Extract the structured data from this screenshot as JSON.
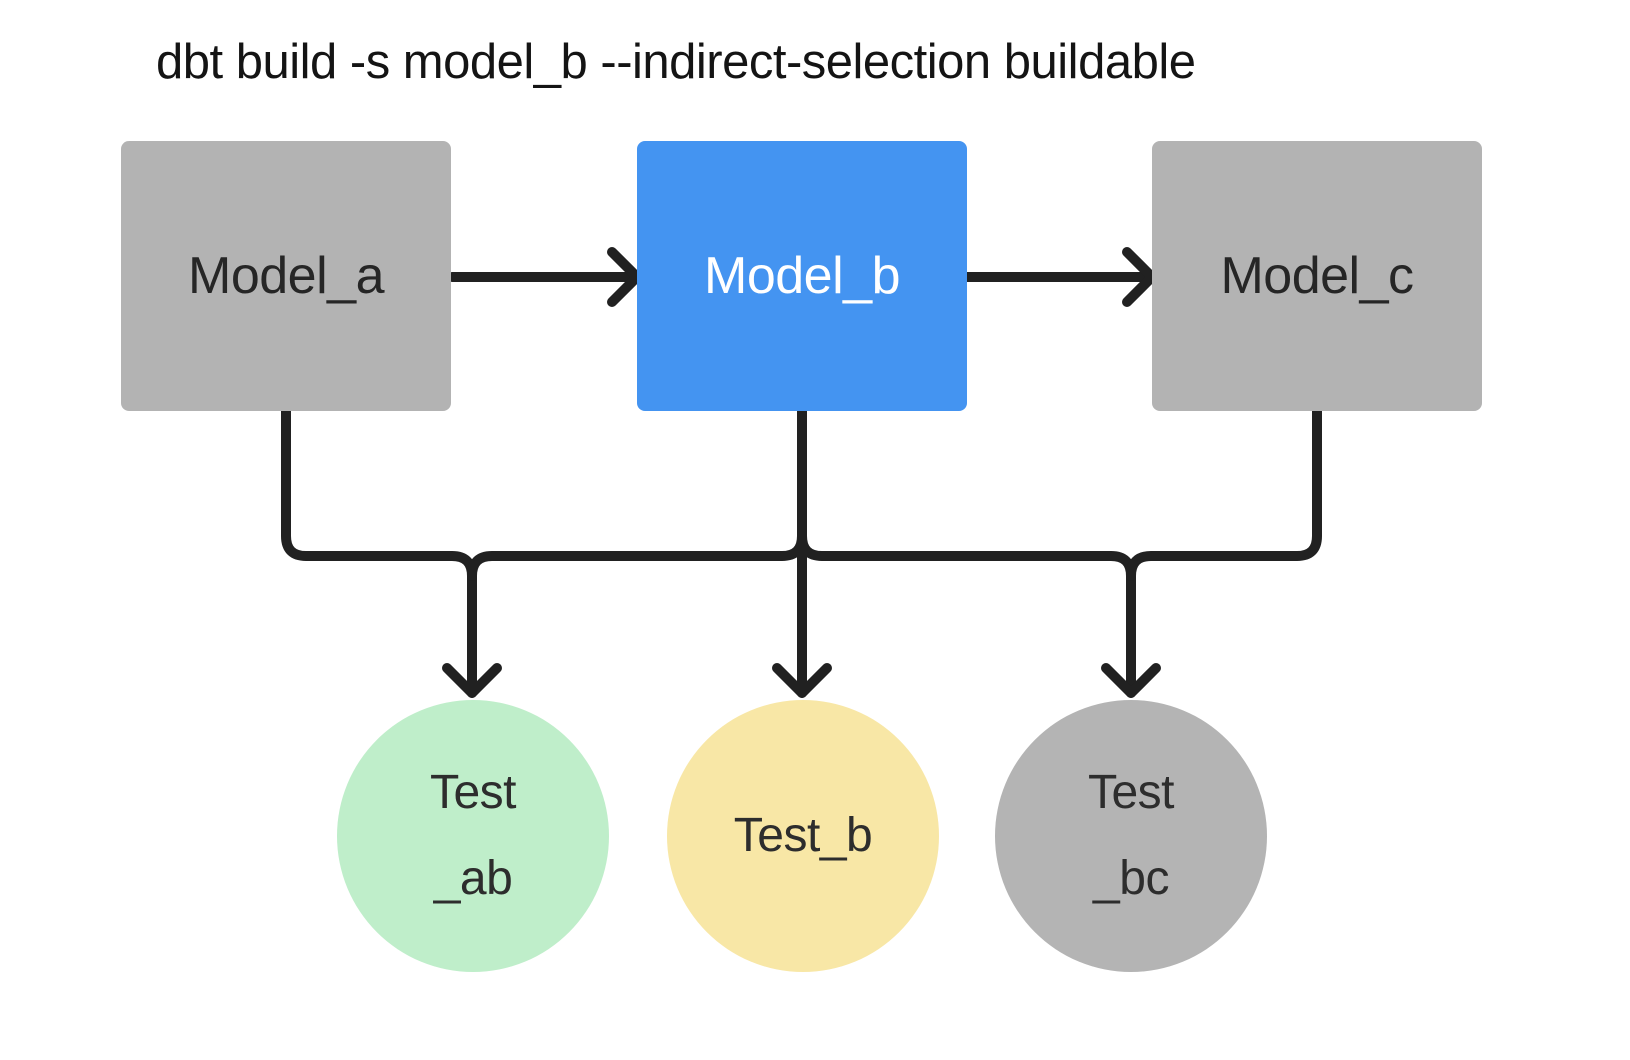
{
  "title": "dbt build -s model_b --indirect-selection buildable",
  "diagram": {
    "edge_color": "#212121",
    "models": [
      {
        "id": "model_a",
        "label": "Model_a",
        "fill": "#b3b3b3",
        "text_color": "#262626",
        "highlighted": false
      },
      {
        "id": "model_b",
        "label": "Model_b",
        "fill": "#4494f1",
        "text_color": "#ffffff",
        "highlighted": true
      },
      {
        "id": "model_c",
        "label": "Model_c",
        "fill": "#b3b3b3",
        "text_color": "#262626",
        "highlighted": false
      }
    ],
    "tests": [
      {
        "id": "test_ab",
        "label": "Test\n_ab",
        "fill": "#bfeeca",
        "text_color": "#2d2d2d"
      },
      {
        "id": "test_b",
        "label": "Test_b",
        "fill": "#f8e7a6",
        "text_color": "#2d2d2d"
      },
      {
        "id": "test_bc",
        "label": "Test\n_bc",
        "fill": "#b4b4b4",
        "text_color": "#2d2d2d"
      }
    ],
    "edges": [
      {
        "from": "Model_a",
        "to": "Model_b"
      },
      {
        "from": "Model_b",
        "to": "Model_c"
      },
      {
        "from": "Model_a",
        "to": "Test_ab"
      },
      {
        "from": "Model_b",
        "to": "Test_ab"
      },
      {
        "from": "Model_b",
        "to": "Test_b"
      },
      {
        "from": "Model_b",
        "to": "Test_bc"
      },
      {
        "from": "Model_c",
        "to": "Test_bc"
      }
    ]
  }
}
